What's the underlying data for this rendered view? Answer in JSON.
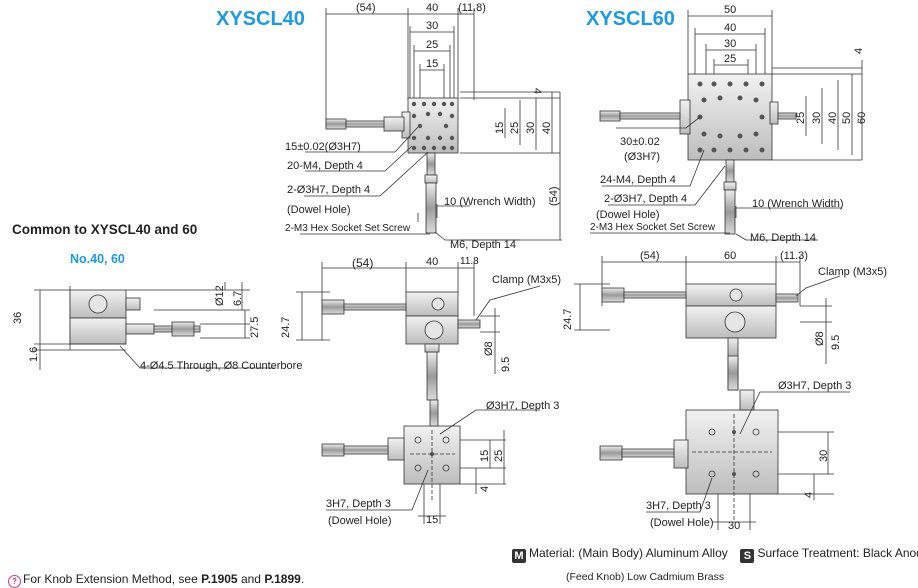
{
  "titles": {
    "left": "XYSCL40",
    "right": "XYSCL60",
    "common": "Common to XYSCL40 and 60",
    "common_sub": "No.40, 60"
  },
  "left_top": {
    "dims_top": [
      "(54)",
      "40",
      "(11.8)",
      "30",
      "25",
      "15"
    ],
    "dims_right": [
      "4",
      "15",
      "25",
      "30",
      "40",
      "(54)"
    ],
    "labels": [
      "15±0.02(Ø3H7)",
      "20-M4, Depth 4",
      "2-Ø3H7, Depth 4",
      "(Dowel Hole)",
      "10 (Wrench Width)",
      "2-M3 Hex Socket Set Screw",
      "M6, Depth 14"
    ]
  },
  "right_top": {
    "dims_top": [
      "50",
      "40",
      "30",
      "25"
    ],
    "dims_right": [
      "4",
      "25",
      "30",
      "40",
      "50",
      "60"
    ],
    "labels": [
      "30±0.02",
      "(Ø3H7)",
      "24-M4, Depth 4",
      "2-Ø3H7, Depth 4",
      "(Dowel Hole)",
      "10 (Wrench Width)",
      "2-M3 Hex Socket Set Screw",
      "M6, Depth 14"
    ]
  },
  "common": {
    "dims": [
      "Ø12",
      "6.7",
      "27.5",
      "36",
      "1.6"
    ],
    "label": "4-Ø4.5 Through, Ø8 Counterbore"
  },
  "left_mid": {
    "dims": [
      "(54)",
      "40",
      "11.8",
      "24.7",
      "Ø8",
      "9.5"
    ],
    "label": "Clamp (M3x5)"
  },
  "right_mid": {
    "dims": [
      "(54)",
      "60",
      "(11.3)",
      "24.7",
      "Ø8",
      "9.5"
    ],
    "label": "Clamp (M3x5)"
  },
  "left_bot": {
    "dims": [
      "15",
      "25",
      "4",
      "15"
    ],
    "labels": [
      "Ø3H7, Depth 3",
      "3H7, Depth 3",
      "(Dowel Hole)"
    ]
  },
  "right_bot": {
    "dims": [
      "30",
      "4",
      "30"
    ],
    "labels": [
      "Ø3H7, Depth 3",
      "3H7, Depth 3",
      "(Dowel Hole)"
    ]
  },
  "legend": {
    "m_icon": "M",
    "material": "Material: (Main Body) Aluminum Alloy",
    "s_icon": "S",
    "surface": "Surface Treatment: Black Anodize",
    "feed": "(Feed Knob) Low Cadmium Brass"
  },
  "note": {
    "prefix": "For Knob Extension Method, see ",
    "p1": "P.1905",
    "mid": " and ",
    "p2": "P.1899",
    "suffix": "."
  }
}
